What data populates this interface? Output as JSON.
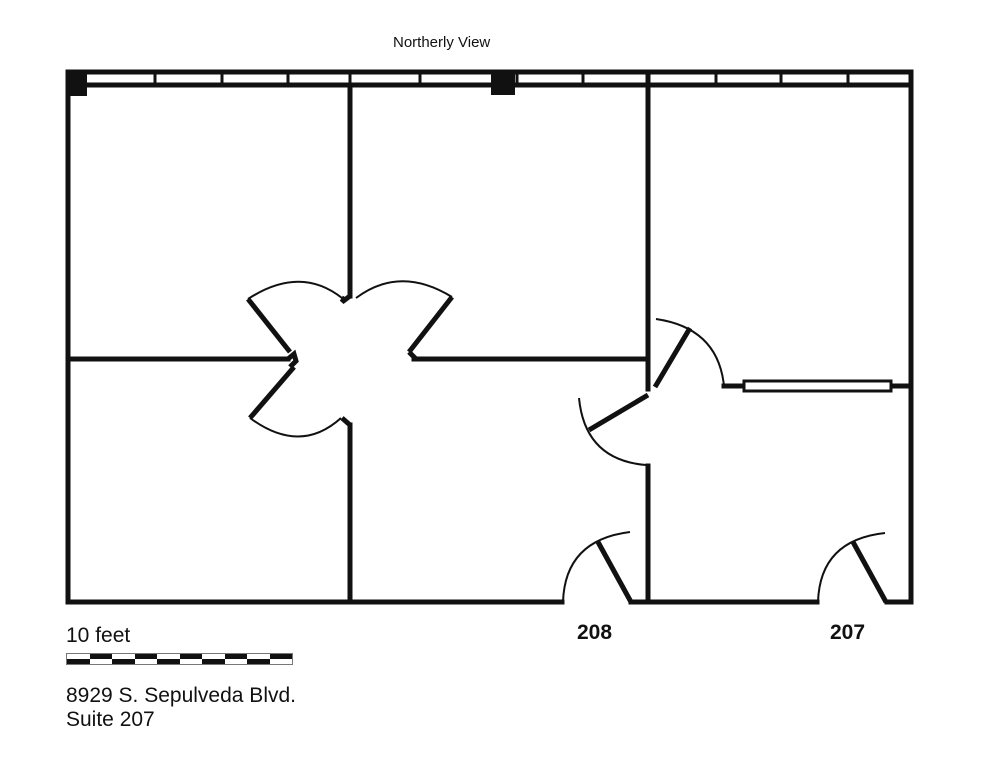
{
  "header": {
    "title": "Northerly View"
  },
  "suites": [
    {
      "number": "208"
    },
    {
      "number": "207"
    }
  ],
  "scale": {
    "label": "10 feet",
    "segments": 10
  },
  "address": {
    "line1": "8929 S. Sepulveda Blvd.",
    "line2": "Suite 207"
  },
  "colors": {
    "wall": "#111111",
    "background": "#ffffff"
  }
}
